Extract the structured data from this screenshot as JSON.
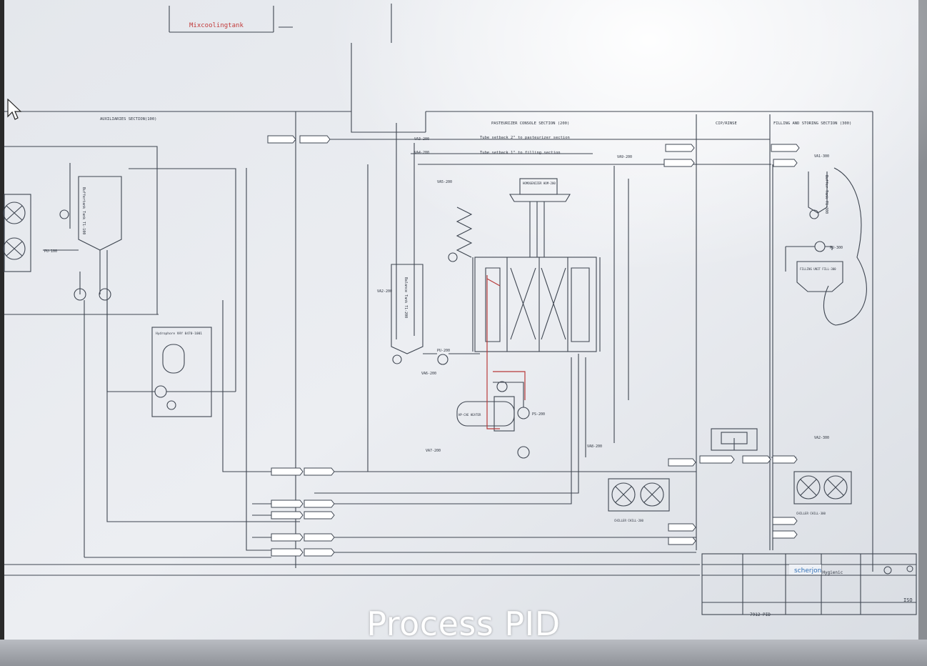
{
  "caption": "Process PID",
  "drawing": {
    "top_tank_label": "Mixcoolingtank",
    "sections": {
      "auxiliaries": "AUXILIARIES SECTION(100)",
      "pasteurizer": "PASTEURIZER CONSOLE SECTION (200)",
      "cip": "CIP/RINSE",
      "filling": "FILLING AND STORING SECTION (300)"
    },
    "notes": {
      "tube1": "Tube setback 2\" to pasteurizer section",
      "tube2": "Tube setback 1\" to filling section"
    },
    "equipment": {
      "buffer_tank": "Buffertank Tank T1-100",
      "hydrophore": "Hydrophore VHY 0470-1001",
      "balance_tank": "Balance Tank T1-200",
      "homogenizer": "HOMOGENIZER HOM-200",
      "heater": "HP-CAE HEATER",
      "chiller_1": "CHILLER CHILL-200",
      "chiller_2": "CHILLER CHILL-300",
      "filling_unit": "FILLING UNIT FILL-300",
      "buffer_tank_300": "Buffer Tank T1-300"
    },
    "tags": {
      "pu100": "PU-100",
      "pu200": "PU-200",
      "pu300": "PU-300",
      "ps200": "PS-200",
      "va200": "VA2-200",
      "va3200": "VA3-200",
      "va4200": "VA4-200",
      "va5200": "VA5-200",
      "va6200": "VA6-200",
      "va7200": "VA7-200",
      "va8200": "VA8-200",
      "va9200": "VA9-200",
      "va1300": "VA1-300",
      "va2300": "VA2-300"
    },
    "title_block": {
      "company": "scherjon",
      "title": "Pasteurizer Hygienic",
      "drawing_no": "7912-PID",
      "size": "ISO"
    }
  }
}
